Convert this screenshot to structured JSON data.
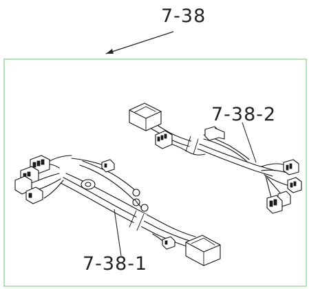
{
  "diagram": {
    "assembly_label": "7-38",
    "part_labels": {
      "harness_upper": "7-38-2",
      "harness_lower": "7-38-1"
    },
    "colors": {
      "frame": "#8fd08f",
      "line": "#111111",
      "text": "#222222"
    }
  }
}
